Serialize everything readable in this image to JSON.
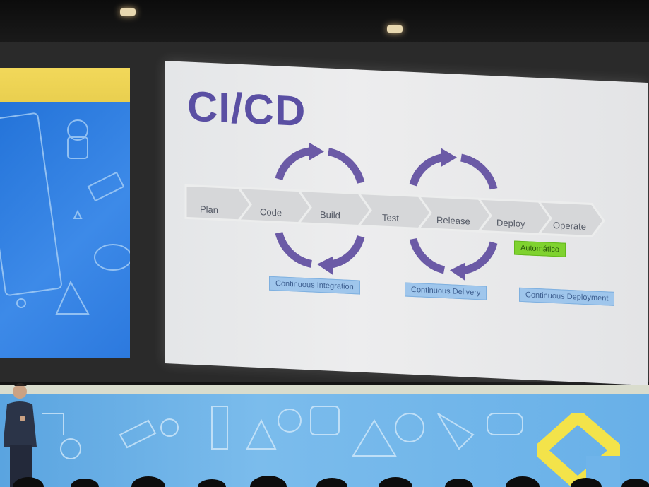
{
  "slide": {
    "title": "CI/CD",
    "stages": [
      "Plan",
      "Code",
      "Build",
      "Test",
      "Release",
      "Deploy",
      "Operate"
    ],
    "tags": {
      "ci": "Continuous Integration",
      "cdelivery": "Continuous Delivery",
      "cdeploy": "Continuous Deployment",
      "auto": "Automático"
    }
  },
  "colors": {
    "title": "#5a4fa3",
    "arrows": "#6b5aa6",
    "tag_blue": "#9fc6ec",
    "tag_green": "#7fd22f"
  }
}
